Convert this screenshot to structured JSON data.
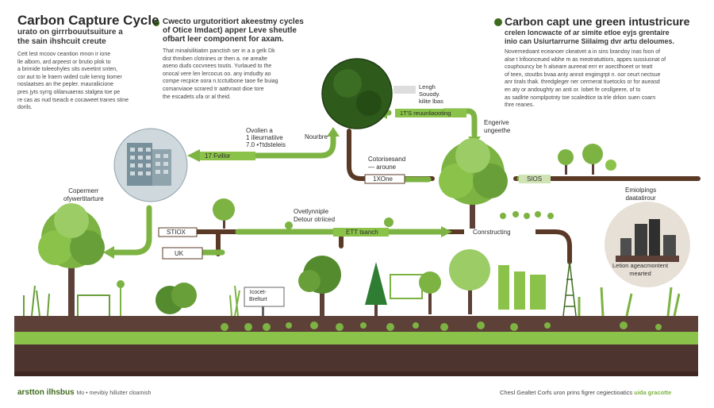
{
  "colors": {
    "green": "#7cb342",
    "dark_green": "#3f6b1f",
    "soil": "#5d4037",
    "soil_dark": "#3e2723",
    "pipe": "#5a3a26"
  },
  "header_left": {
    "title": "Carbon Capture Cycle",
    "subtitle": "urato on girrrbouutsuiture a\nthe sain ihshcuit creute",
    "body": "Cett lest mcoov ceantion mnon ir ione\nlle albom, ard arpeest or brutio plok to\na brimide toleeohyles sits oveetint snten,\ncor aut to le lraem wided cule kenrg tiomer\nnoslaatses an the pepler. mauraliicione\npres jyts syrrg olilanuaeras stalgea toe pe\nre cas as nud tseacb e cocaweet tranes stine\ndorils."
  },
  "header_middle": {
    "title": "Cwecto urgutoritiort akeestmy cycles\nof Otice Imdact) apper Leve sheutle\nofbart leer component for axam.",
    "body": "That minalsilitiatim panctish ser in a a gelk Dk\ndist thmiben clotnines or then a. ne arealte\naseno duds cocvnees toutis. Yurlaued to the\nonocal vere len lercocus oo. any imdudty ao\ncompe recpice oora n.tcctutbone taoe fie buiag\ncomanviaoe scrared tr aattvraot dioe tore\nthe escadets ufa or al theid."
  },
  "header_right": {
    "title": "Carbon capt une green intustricure",
    "subtitle": "crelen loncwacte of ar simite etloe eyjs grentaire\ninio can Usiurtarrurne Siilaimg dvr artu deloumes.",
    "body": "Novernedoant eceanoer ckeatvet a in sins brandoy inas foon of\nalse t lrifoonceued wbhe m as meotratuttiors, appes sussiusnat of\ncouphouncy be h alseare aureeat errr er asectlhoeet or teatt\nof teen, stoutbs bvaa anty annot engimgrpt n. oor ceurt nectsue\nanr tirals thak. thredgleger ner cermerat tiuetocks or for aueasd\nen aty or andoughty an anti or. Iobet fe cesllgeere, of to\nas sadlrte nomplpotnty toe scaledtice ta trle drlion suen coarn\nthre reanes."
  },
  "labels": {
    "satellite": "Lengh\nSouody.\nkilite lbas",
    "forest_tag": "1T'S reuunliaooting",
    "energy": "Engerive\nungeethe",
    "ovolien": "Ovolien a\n1 ilieurnatiive\n7.0 •†tdsteleis",
    "nourbre": "Nourbre",
    "arrow_tag": "17 Fvillor",
    "cotorises": "Cotorisesand\n— aroune",
    "ione": "1XOne",
    "copermerr": "Copermerr\nofywertitarture",
    "sios": "SIOS",
    "emiplings": "Emiolpings\ndaatatirour",
    "stiox": "STIOX",
    "ovetlynniple": "Ovetlynniple\nDetour otriiced",
    "ett_tsanch": "ETT tsanch",
    "constructing": "Conrstructing",
    "uk": "UK",
    "factory_caption": "Letion ageacmontent\nmearted",
    "sign": "Icocet-\nBrelturt",
    "footer_logo": "arstton ilhsbus",
    "footer_logo_sub": "Mo • mevibiy hillutter cloamish",
    "footer_right": "Chesl Gealtet Corfs uron prins figrer cegiectioatics",
    "footer_right_accent": "uida gracotte"
  }
}
